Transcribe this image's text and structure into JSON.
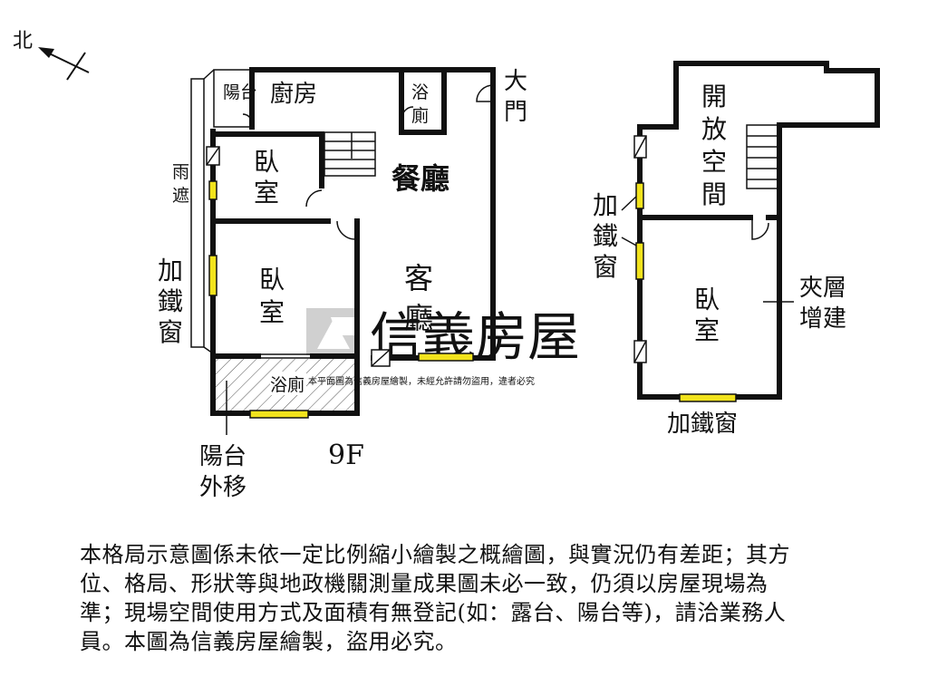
{
  "compass": {
    "label": "北"
  },
  "floor_label": "9F",
  "rooms": {
    "balcony": "陽台",
    "kitchen": "廚房",
    "bath_top_1": "浴",
    "bath_top_2": "廁",
    "main_door": [
      "大",
      "門"
    ],
    "canopy": [
      "雨",
      "遮"
    ],
    "bedroom_1": [
      "臥",
      "室"
    ],
    "dining": "餐廳",
    "living": [
      "客",
      "廳"
    ],
    "bedroom_2": [
      "臥",
      "室"
    ],
    "window_left": [
      "加",
      "鐵",
      "窗"
    ],
    "bath_bottom": "浴廁",
    "balcony_moved": [
      "陽台",
      "外移"
    ],
    "open_space": [
      "開",
      "放",
      "空",
      "間"
    ],
    "window_right": [
      "加",
      "鐵",
      "窗"
    ],
    "bedroom_3": [
      "臥",
      "室"
    ],
    "mezzanine": [
      "夾層",
      "增建"
    ],
    "window_bottom": "加鐵窗"
  },
  "watermark": {
    "brand": "信義房屋",
    "notice": "本平面圖為信義房屋繪製，未經允許請勿盜用，違者必究"
  },
  "colors": {
    "wall": "#111111",
    "window_fill": "#f2e31c",
    "watermark": "#c9c9c9"
  },
  "disclaimer": [
    "本格局示意圖係未依一定比例縮小繪製之概繪圖，與實況仍有差距；其方",
    "位、格局、形狀等與地政機關測量成果圖未必一致，仍須以房屋現場為",
    "準；現場空間使用方式及面積有無登記(如：露台、陽台等)，請洽業務人",
    "員。本圖為信義房屋繪製，盜用必究。"
  ]
}
